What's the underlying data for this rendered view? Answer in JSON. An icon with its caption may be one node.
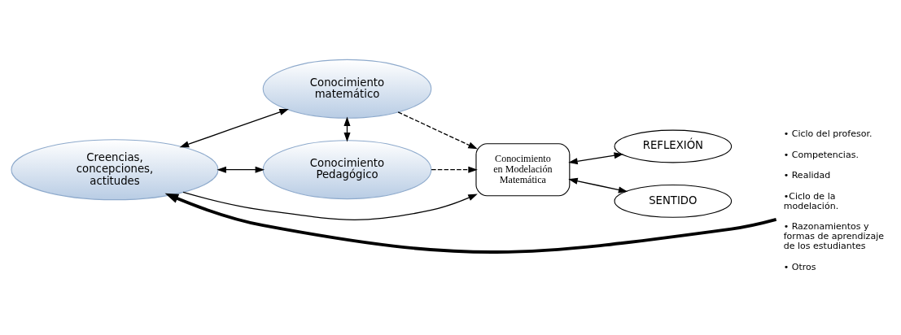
{
  "diagram": {
    "nodes": [
      {
        "text": [
          "Conocimiento matemático"
        ]
      },
      {
        "text": [
          "Creencias, concepciones, actitudes"
        ]
      },
      {
        "text": [
          "Conocimiento Pedagógico"
        ]
      },
      {
        "text": [
          "Conocimiento en Modelación Matemática"
        ]
      },
      {
        "text": [
          "REFLEXIÓN"
        ]
      },
      {
        "text": [
          "SENTIDO"
        ]
      },
      {
        "text": [
          "• Ciclo del profesor.",
          "• Competencias.",
          "• Realidad",
          "•Ciclo de la modelación.",
          "• Razonamientos y formas de aprendizaje de los estudiantes",
          "• Otros"
        ]
      }
    ],
    "edges": [
      {
        "from": 1,
        "to": 0,
        "arrow": "both"
      },
      {
        "from": 1,
        "to": 2,
        "arrow": "both"
      },
      {
        "from": 0,
        "to": 2,
        "arrow": "both"
      },
      {
        "from": 0,
        "to": 3,
        "arrow": "to",
        "style": "dashed"
      },
      {
        "from": 1,
        "to": 3,
        "arrow": "to"
      },
      {
        "from": 2,
        "to": 3,
        "arrow": "to",
        "style": "dashed"
      },
      {
        "from": 3,
        "to": 4,
        "arrow": "both"
      },
      {
        "from": 3,
        "to": 5,
        "arrow": "both"
      },
      {
        "from": 6,
        "to": 1,
        "arrow": "to",
        "style": "thick"
      }
    ]
  }
}
